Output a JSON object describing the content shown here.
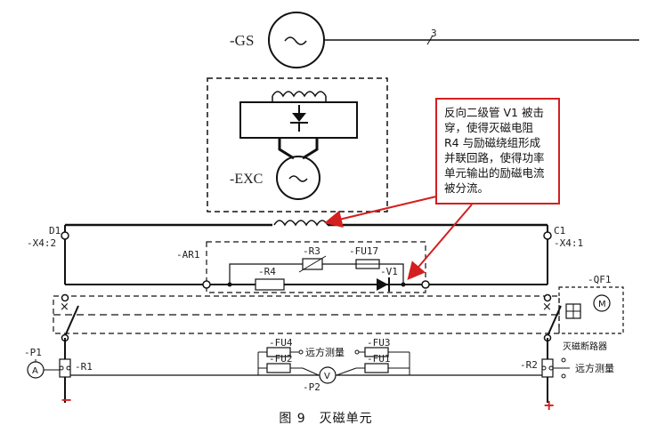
{
  "labels": {
    "gs": "-GS",
    "exc": "-EXC",
    "d1": "D1",
    "x42": "-X4:2",
    "c1": "C1",
    "x41": "-X4:1",
    "ar1": "-AR1",
    "r3": "-R3",
    "fu17": "-FU17",
    "r4": "-R4",
    "v1": "-V1",
    "qf1": "-QF1",
    "breaker": "灭磁断路器",
    "p1": "-P1",
    "r1": "-R1",
    "a_meter": "A",
    "fu4": "-FU4",
    "remote_mid": "远方测量",
    "fu3": "-FU3",
    "fu2": "-FU2",
    "fu1": "-FU1",
    "p2": "-P2",
    "v_meter": "V",
    "r2": "-R2",
    "remote_right": "远方测量",
    "wire_mark": "3"
  },
  "annotation": "反向二级管 V1 被击穿，使得灭磁电阻 R4 与励磁绕组形成并联回路，使得功率单元输出的励磁电流被分流。",
  "caption": "图 9　灭磁单元",
  "polarity": {
    "minus": "−",
    "plus": "+"
  },
  "colors": {
    "accent": "#d31f1f",
    "line": "#111111"
  }
}
